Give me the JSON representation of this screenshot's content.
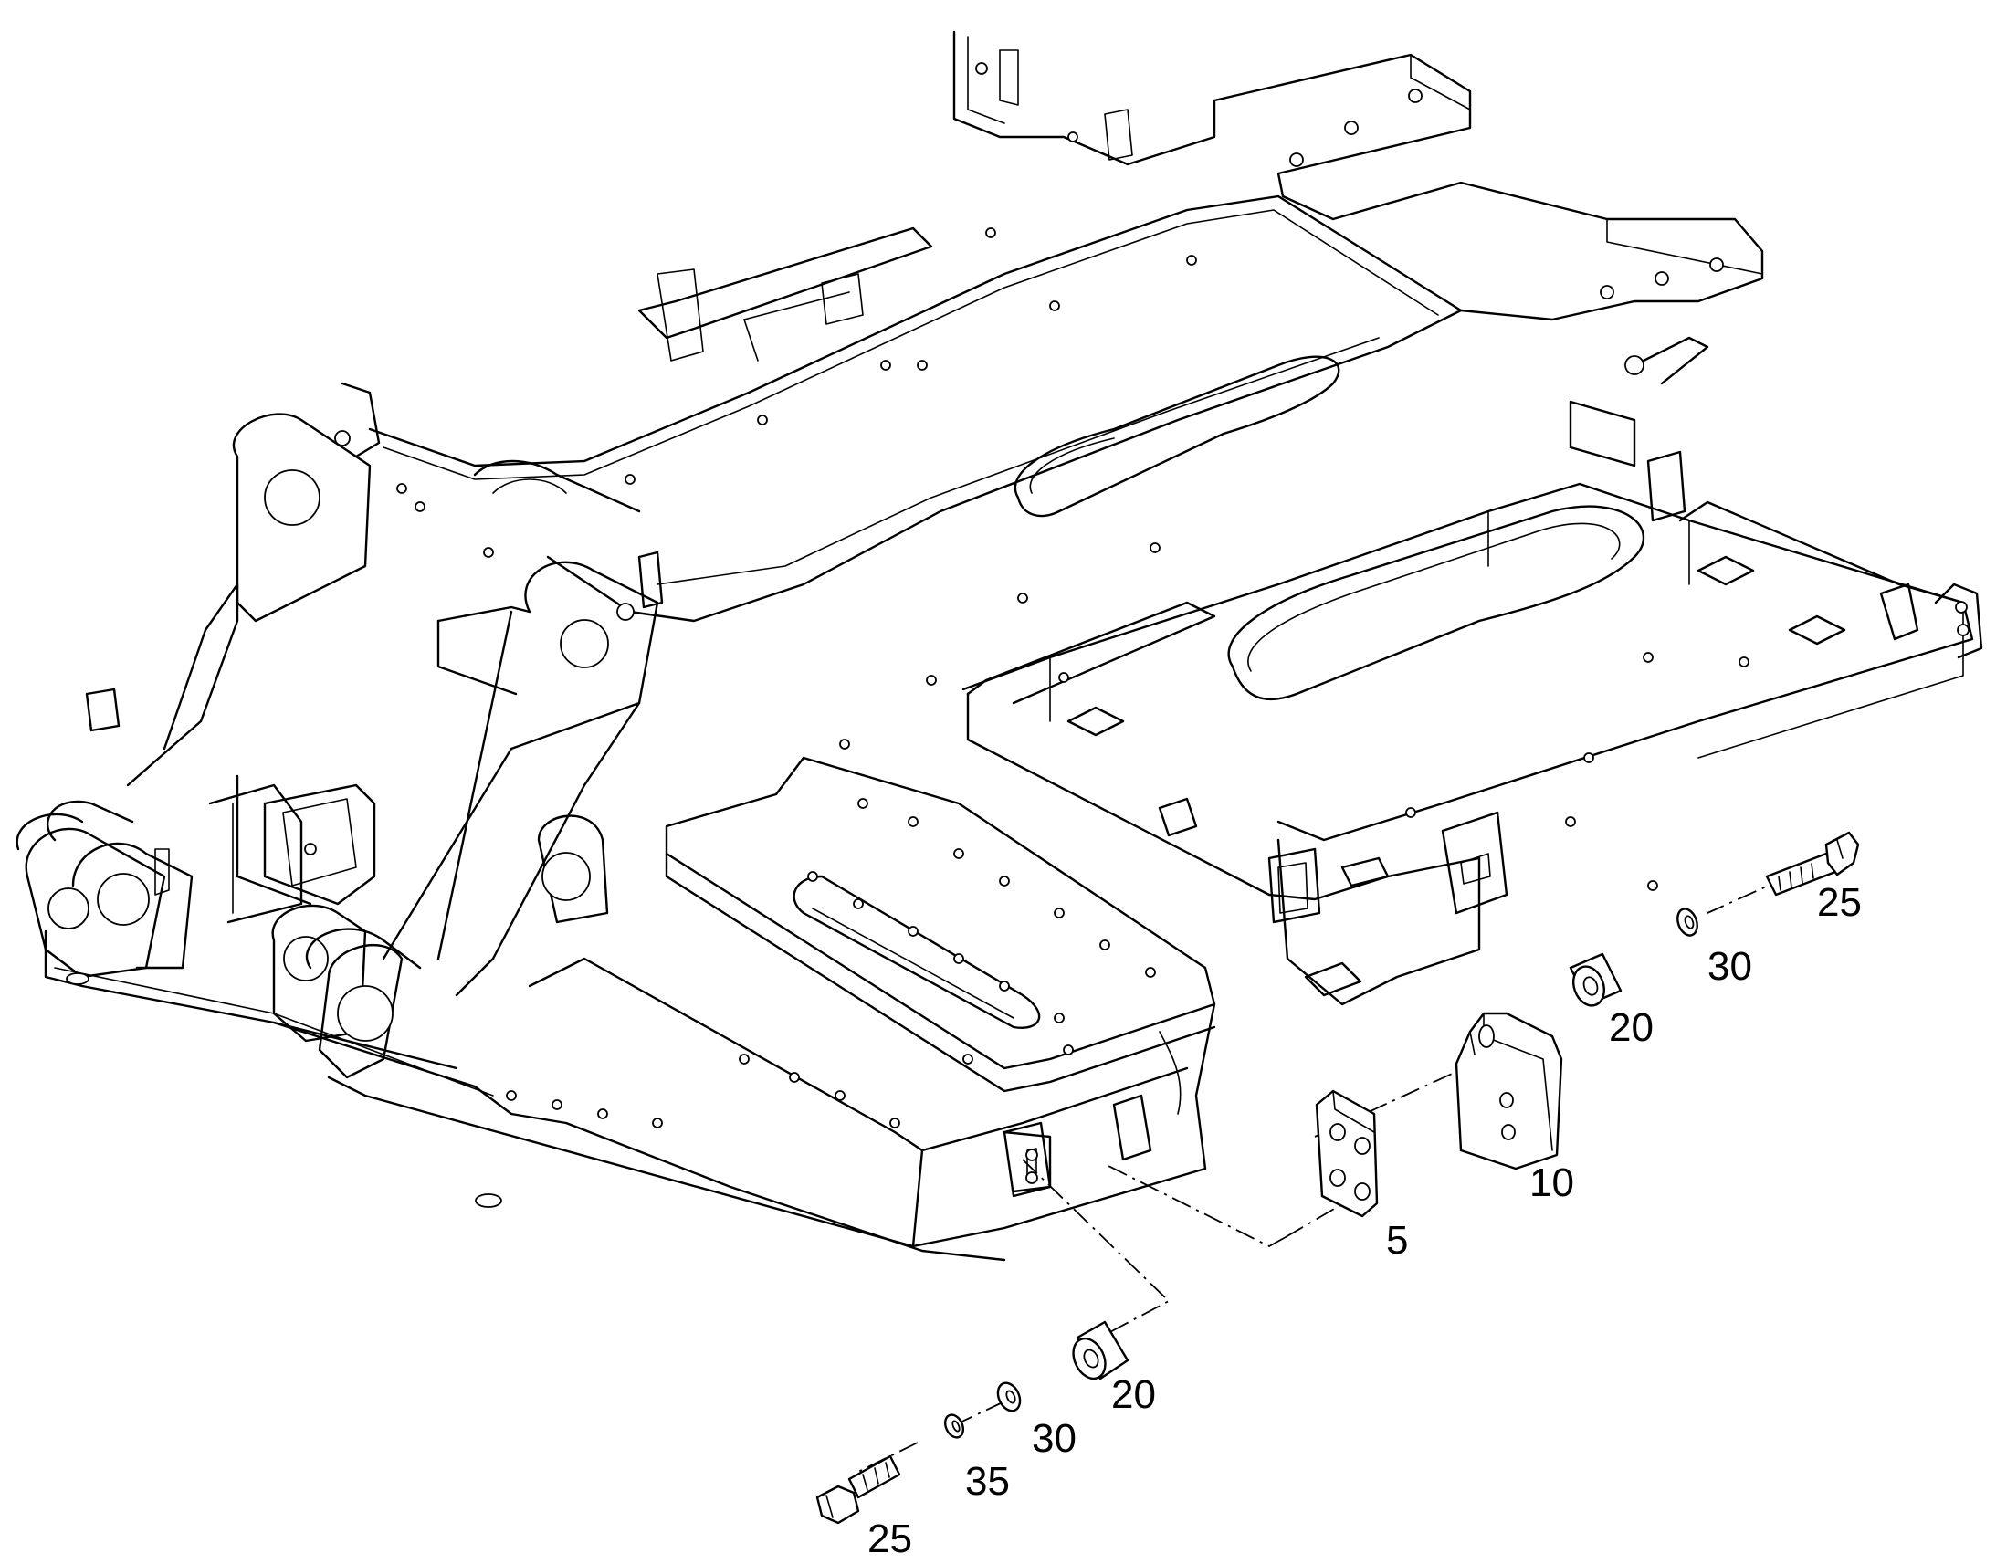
{
  "callouts": {
    "c5": "5",
    "c10": "10",
    "c20_upper": "20",
    "c20_lower": "20",
    "c25_upper": "25",
    "c25_lower": "25",
    "c30_upper": "30",
    "c30_lower": "30",
    "c35": "35"
  }
}
